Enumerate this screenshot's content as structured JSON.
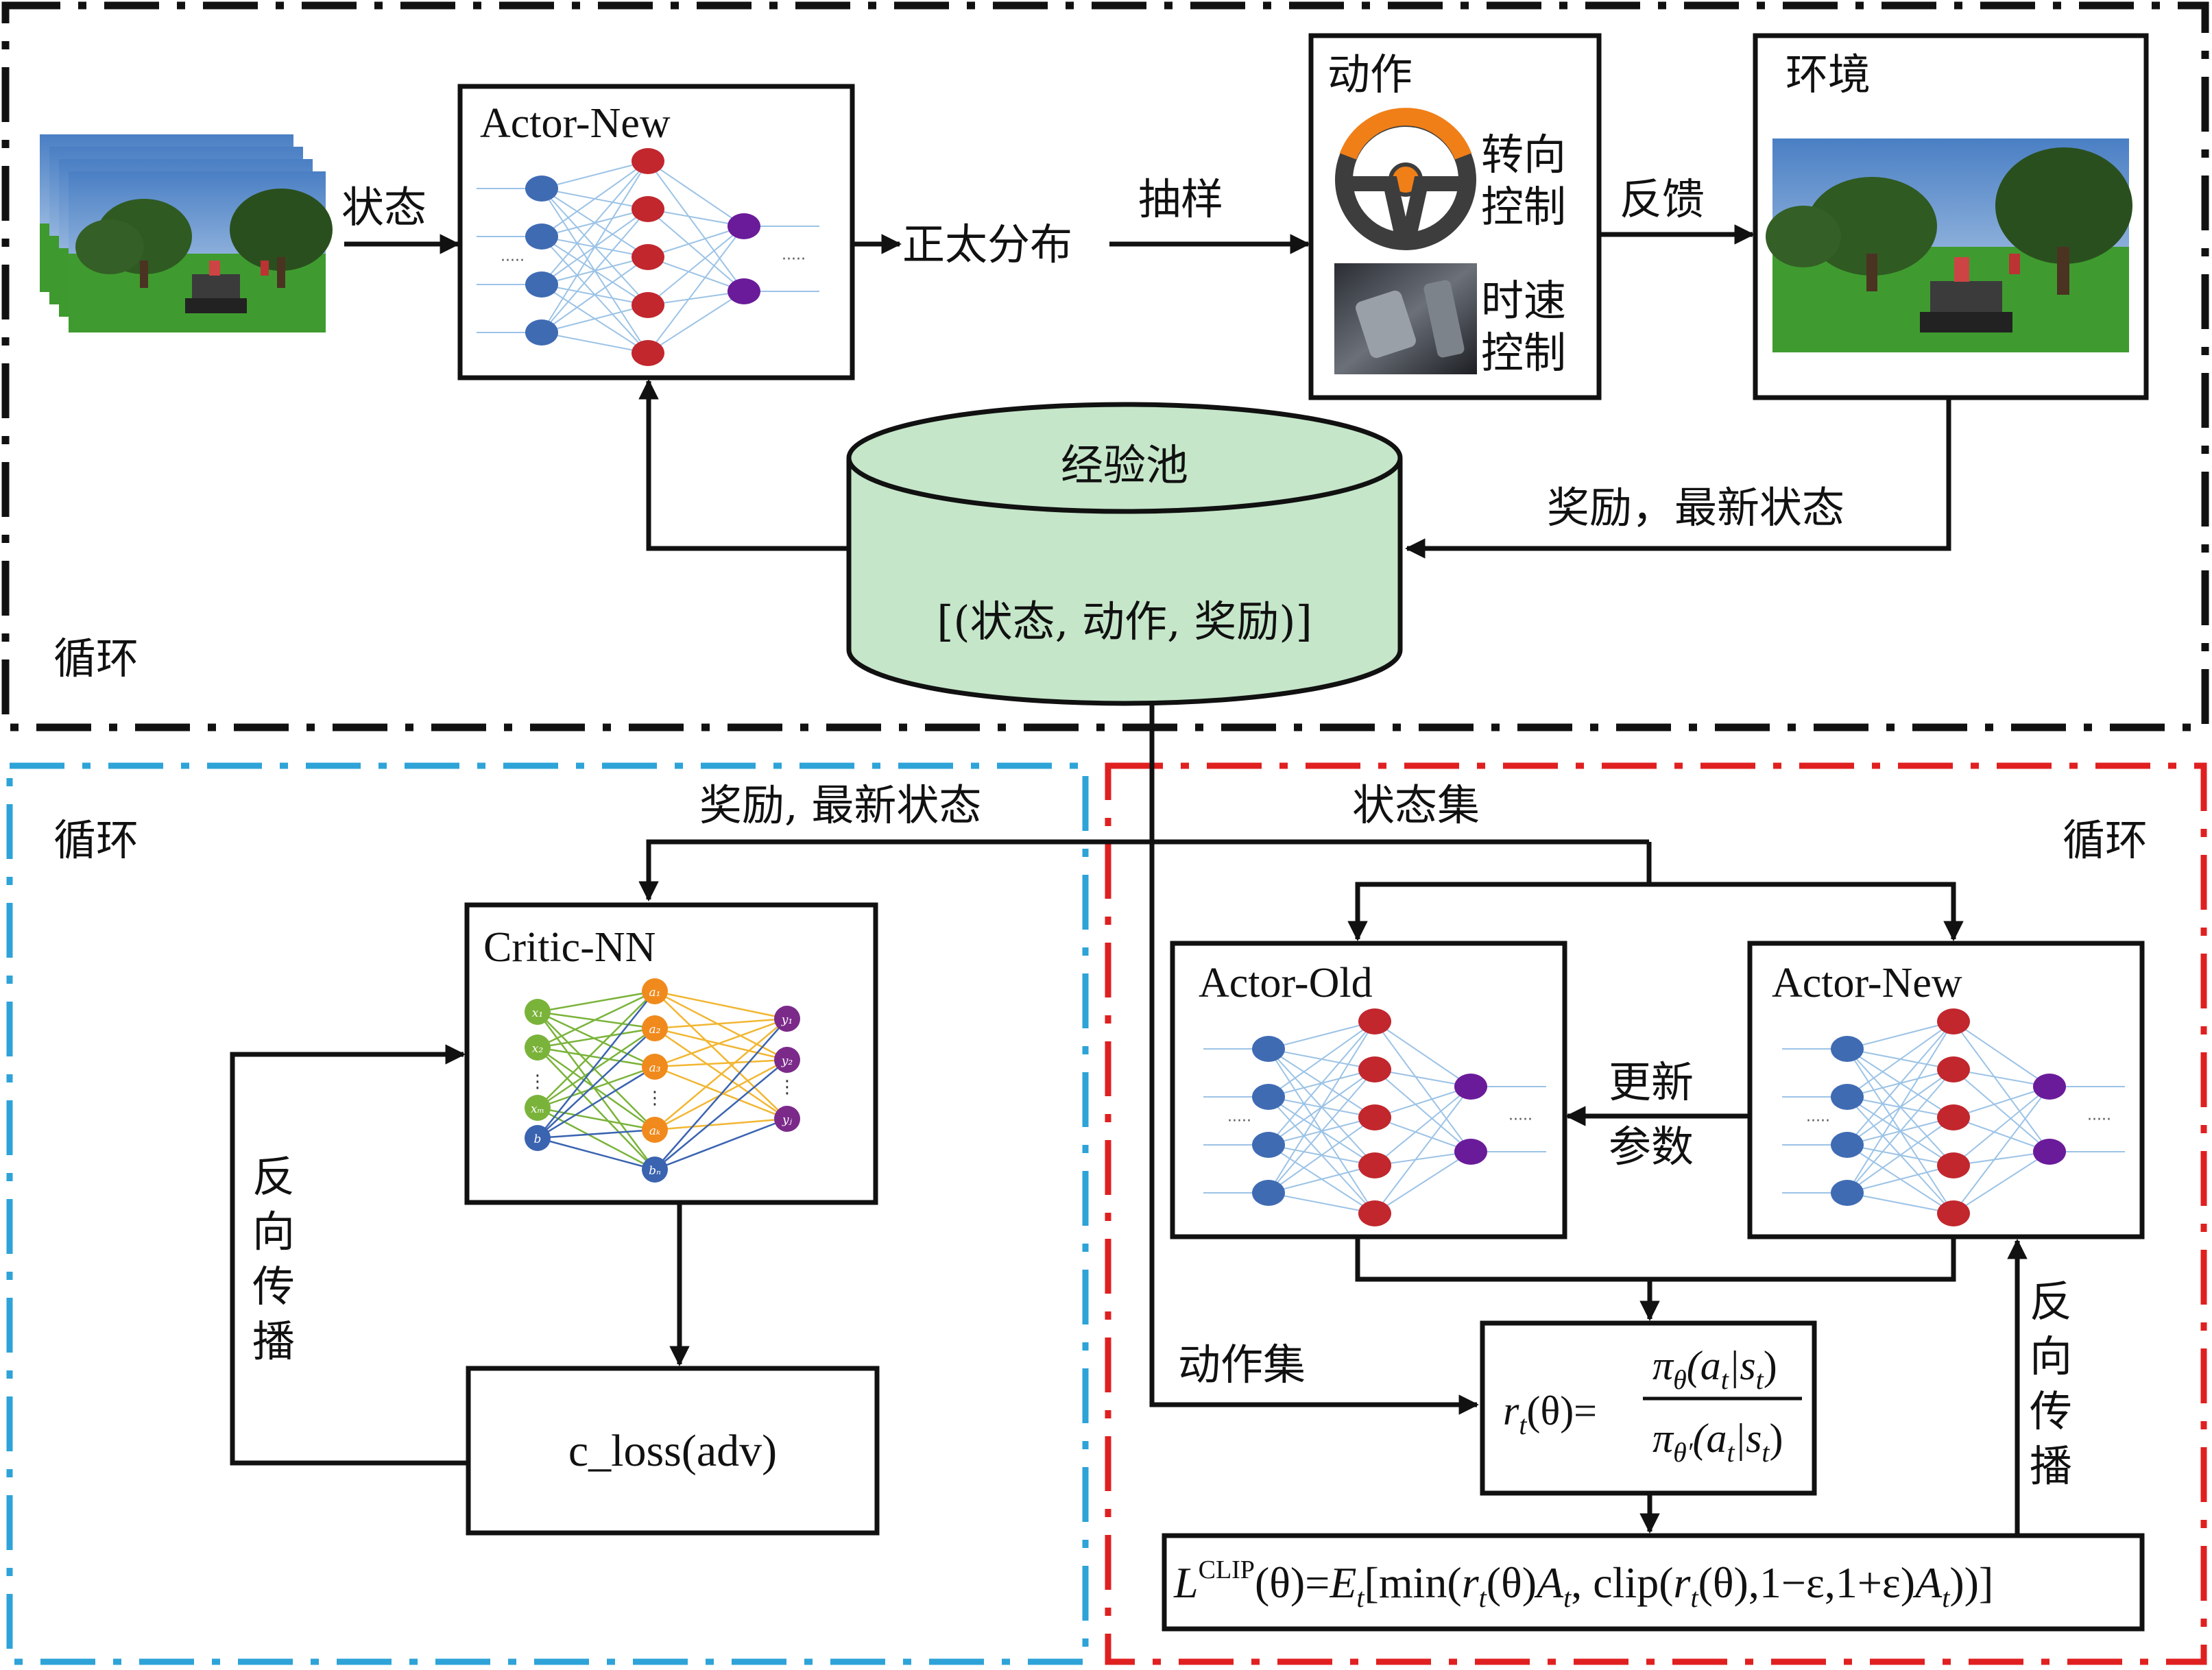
{
  "top_loop": {
    "loop_label": "循环",
    "state_label": "状态",
    "actor_new_title": "Actor-New",
    "normal_dist_label": "正太分布",
    "sampling_label": "抽样",
    "action_box_title": "动作",
    "steering_label_1": "转向",
    "steering_label_2": "控制",
    "speed_label_1": "时速",
    "speed_label_2": "控制",
    "feedback_label": "反馈",
    "env_title": "环境",
    "reward_latest_state_label": "奖励，最新状态",
    "replay_pool_title": "经验池",
    "replay_pool_content": "[(状态, 动作, 奖励)]"
  },
  "critic_loop": {
    "loop_label": "循环",
    "reward_latest_state_label": "奖励, 最新状态",
    "critic_title": "Critic-NN",
    "backprop_chars": [
      "反",
      "向",
      "传",
      "播"
    ],
    "loss_label": "c_loss(adv)",
    "input_nodes": [
      "x₁",
      "x₂",
      "⋮",
      "xₘ",
      "b"
    ],
    "hidden_nodes": [
      "a₁",
      "a₂",
      "a₃",
      "⋮",
      "aₖ",
      "bₙ"
    ],
    "output_nodes": [
      "y₁",
      "y₂",
      "⋮",
      "yⱼ"
    ]
  },
  "actor_loop": {
    "loop_label": "循环",
    "state_set_label": "状态集",
    "actor_old_title": "Actor-Old",
    "actor_new_title": "Actor-New",
    "update_params_1": "更新",
    "update_params_2": "参数",
    "action_set_label": "动作集",
    "backprop_chars": [
      "反",
      "向",
      "传",
      "播"
    ],
    "ratio_formula": {
      "lhs_r": "r",
      "lhs_sub": "t",
      "lhs_arg": "(θ)=",
      "num": "π",
      "num_sub": "θ",
      "num_arg": "(a",
      "num_a_sub": "t",
      "num_mid": "|s",
      "num_s_sub": "t",
      "num_end": ")",
      "den": "π",
      "den_sub": "θ′",
      "den_arg": "(a",
      "den_a_sub": "t",
      "den_mid": "|s",
      "den_s_sub": "t",
      "den_end": ")"
    },
    "clip_formula": {
      "L": "L",
      "sup": "CLIP",
      "p1": "(θ)=",
      "E": "E",
      "E_sub": "t",
      "p2": "[min(",
      "r1": "r",
      "r1_sub": "t",
      "p3": "(θ)",
      "A1": "A",
      "A1_sub": "t",
      "p4": ", clip(",
      "r2": "r",
      "r2_sub": "t",
      "p5": "(θ),1−ε,1+ε)",
      "A2": "A",
      "A2_sub": "t",
      "p6": "))]"
    }
  },
  "colors": {
    "top_loop_border": "#111111",
    "critic_loop_border": "#2ea3d8",
    "actor_loop_border": "#e02020",
    "replay_pool_fill": "#c5e6c9",
    "blue_neuron": "#3f6bb3",
    "red_neuron": "#c1272d",
    "purple_neuron": "#6a1b9a",
    "critic_green": "#7ab33a",
    "critic_orange": "#f08a1d",
    "critic_purple": "#7b2a8a",
    "critic_blue": "#3a63b0"
  }
}
